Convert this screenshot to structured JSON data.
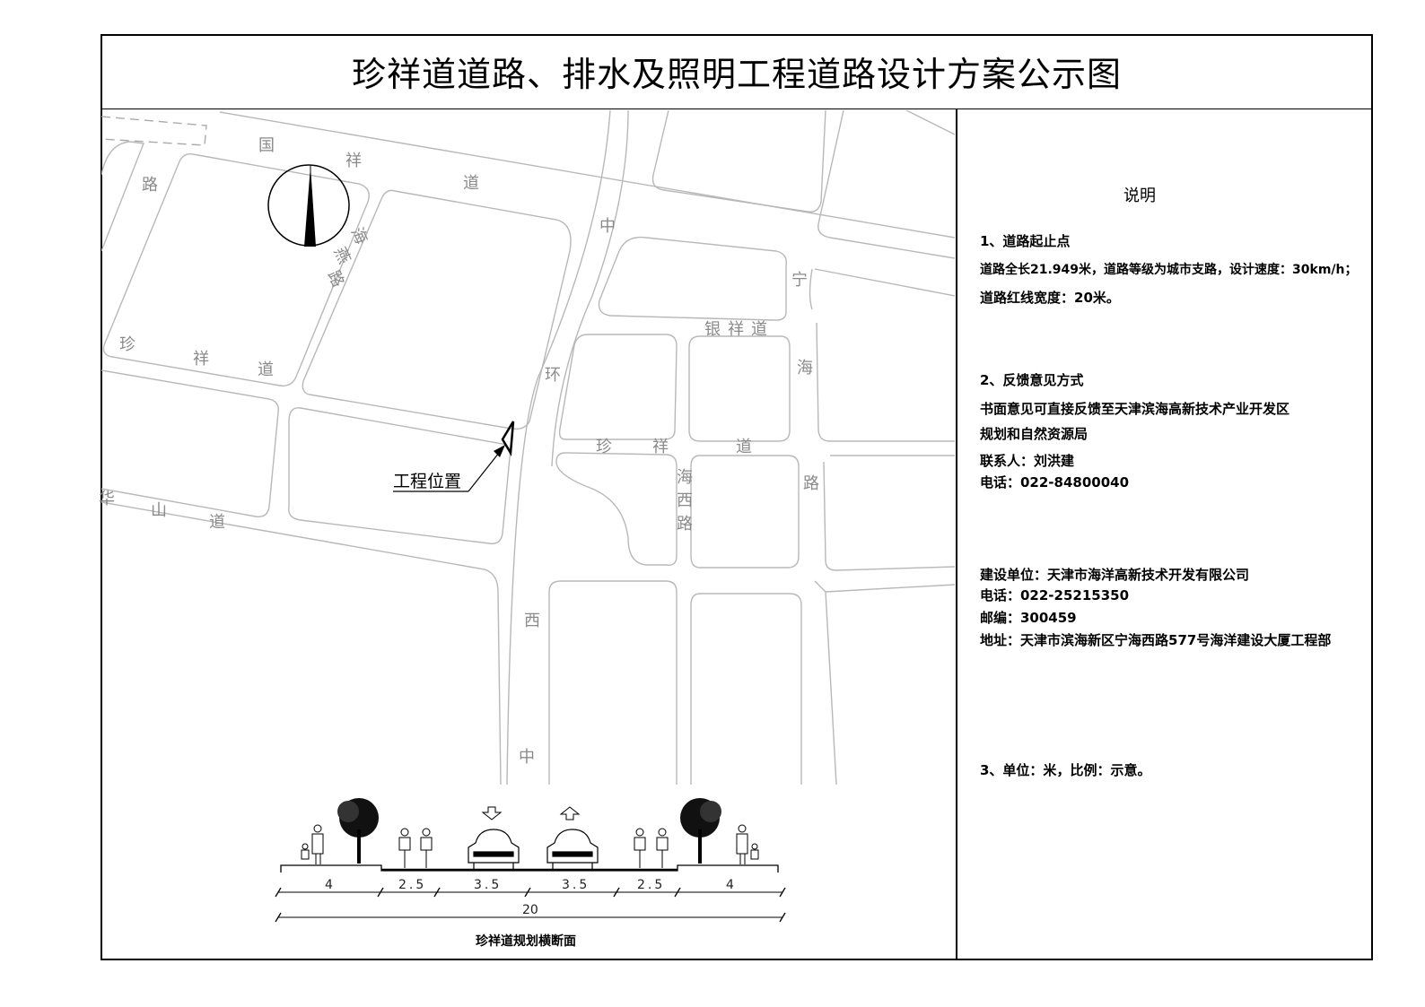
{
  "title": "珍祥道道路、排水及照明工程道路设计方案公示图",
  "map": {
    "labels": {
      "guo": "国",
      "xiang1": "祥",
      "dao1": "道",
      "lu_left": "路",
      "hai_yan1": "海",
      "hai_yan2": "燕",
      "hai_yan3": "路",
      "zhen1": "珍",
      "xiang2": "祥",
      "dao2": "道",
      "hua": "华",
      "shan": "山",
      "dao3": "道",
      "zhong1": "中",
      "huan": "环",
      "xi": "西",
      "zhong2": "中",
      "ning": "宁",
      "hai_n": "海",
      "lu_n": "路",
      "yinxiangdao": "银祥道",
      "zhen2": "珍",
      "xiang3": "祥",
      "dao4": "道",
      "haixi1": "海",
      "haixi2": "西",
      "haixi3": "路"
    },
    "project_location": "工程位置"
  },
  "cross_section": {
    "title": "珍祥道规划横断面",
    "segments": [
      "4",
      "2.5",
      "3.5",
      "3.5",
      "2.5",
      "4"
    ],
    "total": "20"
  },
  "notes": {
    "heading": "说明",
    "s1_title": "1、道路起止点",
    "s1_line1": "道路全长21.949米，道路等级为城市支路，设计速度：30km/h；",
    "s1_line2": "道路红线宽度：20米。",
    "s2_title": "2、反馈意见方式",
    "s2_line1": "书面意见可直接反馈至天津滨海高新技术产业开发区",
    "s2_line2": "规划和自然资源局",
    "s2_contact": "联系人：刘洪建",
    "s2_phone": "电话：022-84800040",
    "builder": "建设单位：天津市海洋高新技术开发有限公司",
    "builder_phone": "电话：022-25215350",
    "builder_zip": "邮编：300459",
    "builder_addr": "地址：天津市滨海新区宁海西路577号海洋建设大厦工程部",
    "s3": "3、单位：米，比例：示意。"
  }
}
